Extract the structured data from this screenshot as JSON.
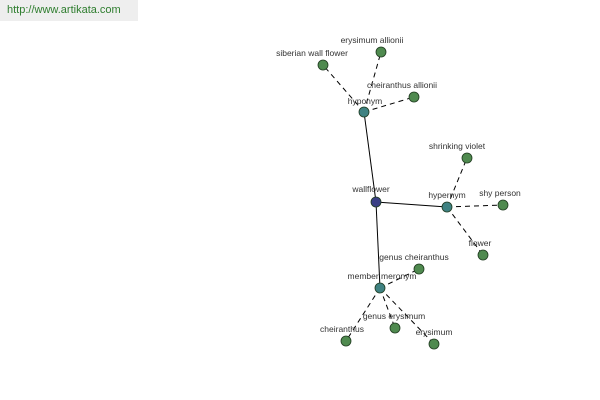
{
  "source_url": "http://www.artikata.com",
  "colors": {
    "edge": "#000000",
    "root_node": "#3b3f86",
    "relation_node": "#3f8282",
    "leaf_node": "#4f8a4f",
    "node_stroke": "#1f3a1f",
    "label": "#333333",
    "url_text": "#2e7d2e",
    "url_background": "#eeeeee"
  },
  "graph": {
    "root": {
      "id": "wallflower",
      "label": "wallflower"
    },
    "relations": [
      {
        "id": "hyponym",
        "label": "hyponym"
      },
      {
        "id": "hypernym",
        "label": "hypernym"
      },
      {
        "id": "member_meronym",
        "label": "member meronym"
      }
    ],
    "leaves": [
      {
        "id": "siberian_wall_flower",
        "label": "siberian wall flower",
        "parent": "hyponym"
      },
      {
        "id": "erysimum_allionii",
        "label": "erysimum allionii",
        "parent": "hyponym"
      },
      {
        "id": "cheiranthus_allionii",
        "label": "cheiranthus allionii",
        "parent": "hyponym"
      },
      {
        "id": "shrinking_violet",
        "label": "shrinking violet",
        "parent": "hypernym"
      },
      {
        "id": "shy_person",
        "label": "shy person",
        "parent": "hypernym"
      },
      {
        "id": "flower",
        "label": "flower",
        "parent": "hypernym"
      },
      {
        "id": "genus_cheiranthus",
        "label": "genus cheiranthus",
        "parent": "member_meronym"
      },
      {
        "id": "genus_erysimum",
        "label": "genus erysimum",
        "parent": "member_meronym"
      },
      {
        "id": "cheiranthus",
        "label": "cheiranthus",
        "parent": "member_meronym"
      },
      {
        "id": "erysimum",
        "label": "erysimum",
        "parent": "member_meronym"
      }
    ]
  }
}
